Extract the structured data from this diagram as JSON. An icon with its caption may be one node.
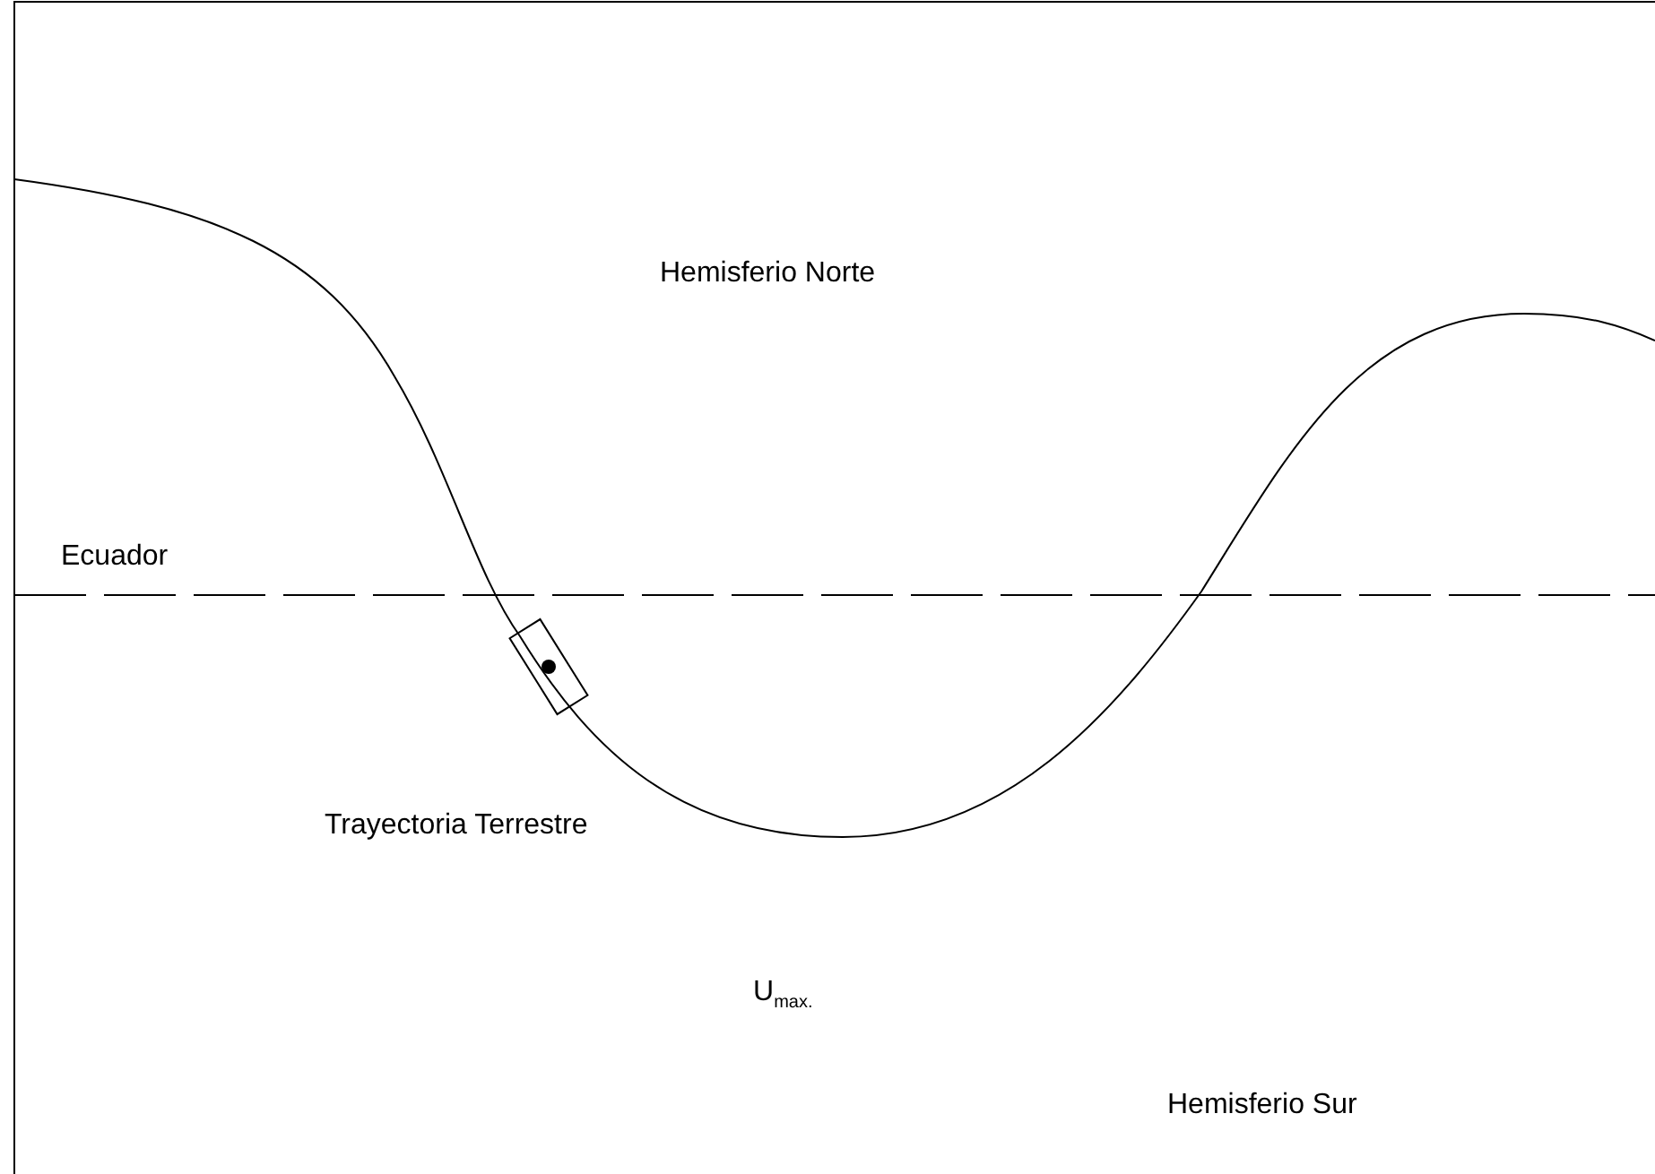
{
  "diagram": {
    "labels": [
      "Hemisferio Norte",
      "Ecuador",
      "Trayectoria Terrestre",
      "U$_{max.}$",
      "Hemisferio Sur"
    ]
  }
}
